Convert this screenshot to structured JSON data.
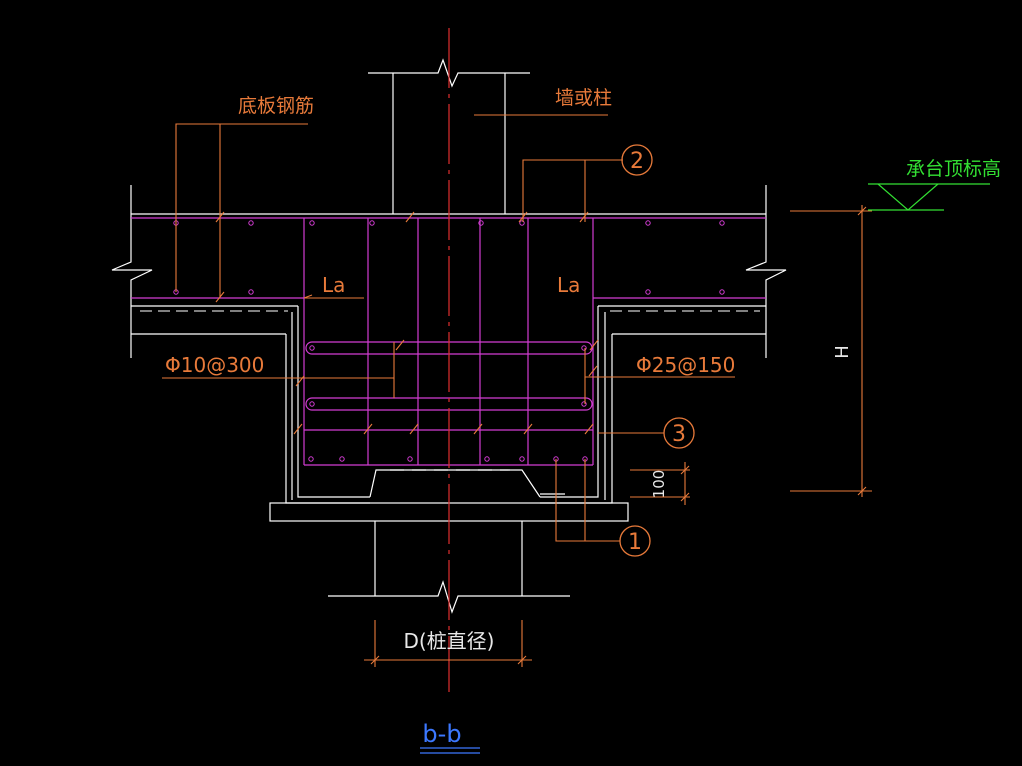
{
  "labels": {
    "slab_rebar": "底板钢筋",
    "wall_or_column": "墙或柱",
    "cap_top_elevation": "承台顶标高",
    "la_left": "La",
    "la_right": "La",
    "stirrup_spec": "Φ10@300",
    "main_bar_spec": "Φ25@150",
    "height": "H",
    "cover": "100",
    "pile_diameter": "D(桩直径)",
    "section_title": "b-b"
  },
  "callouts": [
    "1",
    "2",
    "3"
  ],
  "colors": {
    "background": "#000000",
    "concrete_outline": "#ffffff",
    "rebar": "#d23cd2",
    "leader": "#e87a3a",
    "axis": "#e03030",
    "elevation": "#33e033",
    "title": "#3c78ff"
  }
}
